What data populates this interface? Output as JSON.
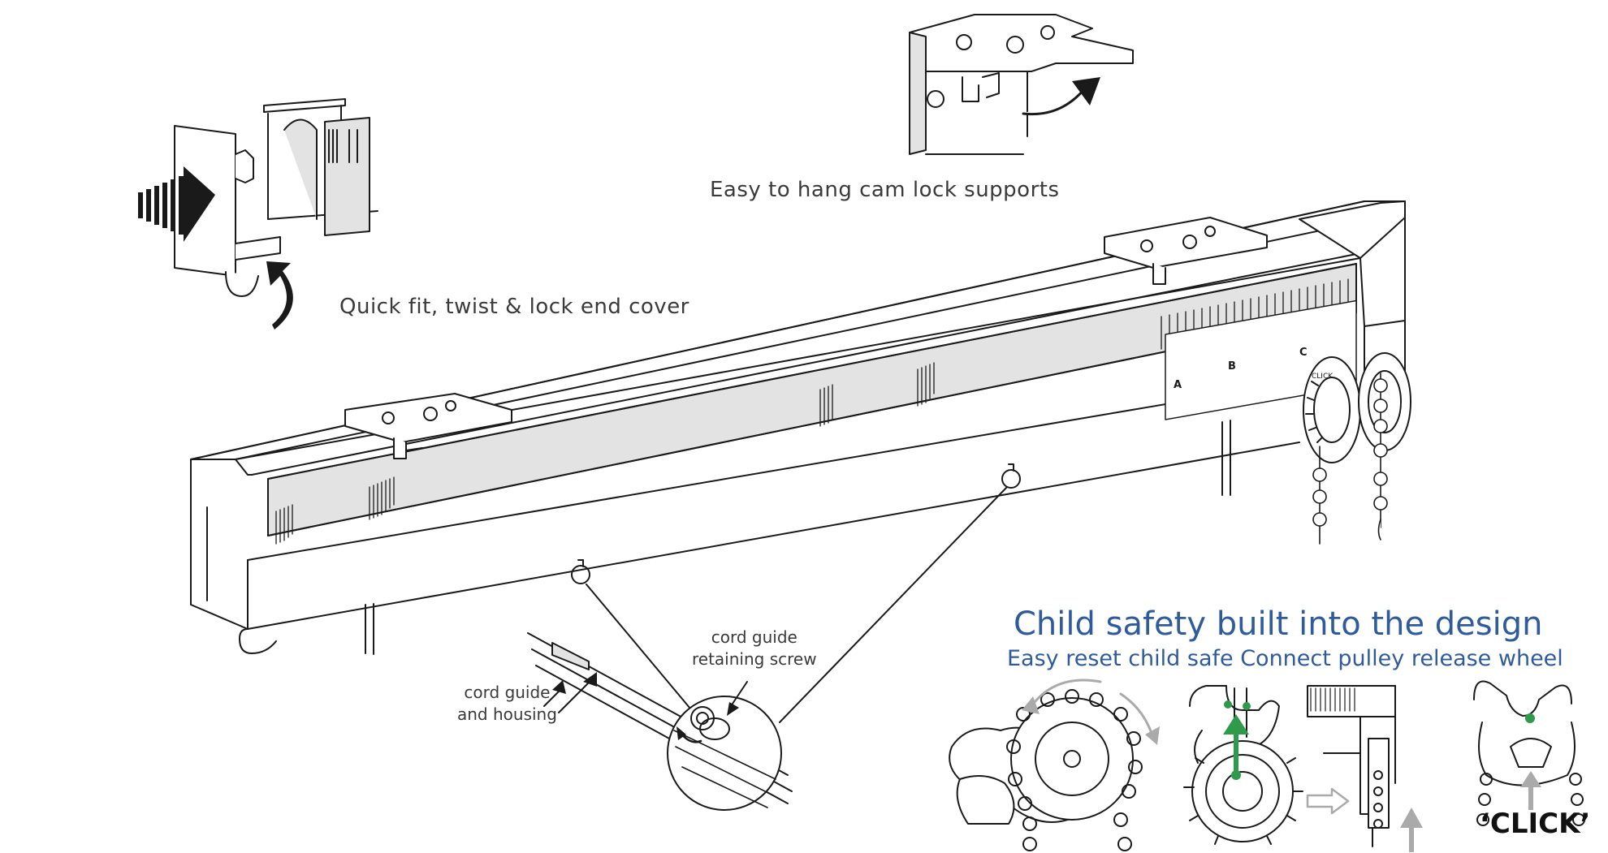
{
  "labels": {
    "cam_lock": "Easy to hang cam lock supports",
    "end_cover": "Quick fit, twist & lock end cover",
    "cord_guide_housing": "cord guide\nand housing",
    "cord_guide_screw": "cord guide\nretaining screw"
  },
  "child_safety": {
    "heading": "Child safety built into the design",
    "subheading": "Easy reset child safe Connect pulley release wheel",
    "click_label": "‘CLICK’",
    "step_a": "A",
    "step_b": "B",
    "step_c": "C",
    "panel_click": "CLICK"
  },
  "colors": {
    "heading_blue": "#2f5b9c",
    "accent_green": "#2e9a4a",
    "line": "#1a1a1a",
    "fill_grey": "#e3e3e3",
    "arrow_grey": "#aaaaaa"
  },
  "icons": [
    "push-arrow-icon",
    "twist-arrow-icon",
    "rotate-arrow-icon",
    "release-arrow-icon",
    "up-arrow-icon"
  ]
}
